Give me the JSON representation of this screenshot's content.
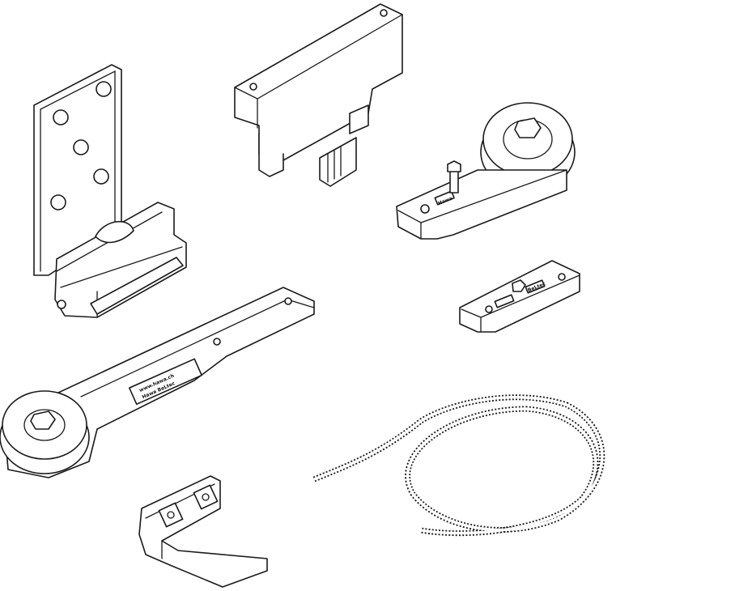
{
  "colors": {
    "line": "#1a1a1a",
    "background": "#ffffff"
  },
  "parts": [
    {
      "id": "wall-bracket"
    },
    {
      "id": "carriage-block"
    },
    {
      "id": "pulley-tensioner"
    },
    {
      "id": "belt-clamp"
    },
    {
      "id": "pulley-arm",
      "label_line1": "www.hawa.ch",
      "label_line2": "Hawa BeLtec"
    },
    {
      "id": "angle-bracket"
    },
    {
      "id": "toothed-belt"
    }
  ],
  "labels": {
    "hawa": "Hawa",
    "beltec": "BeLtec"
  }
}
